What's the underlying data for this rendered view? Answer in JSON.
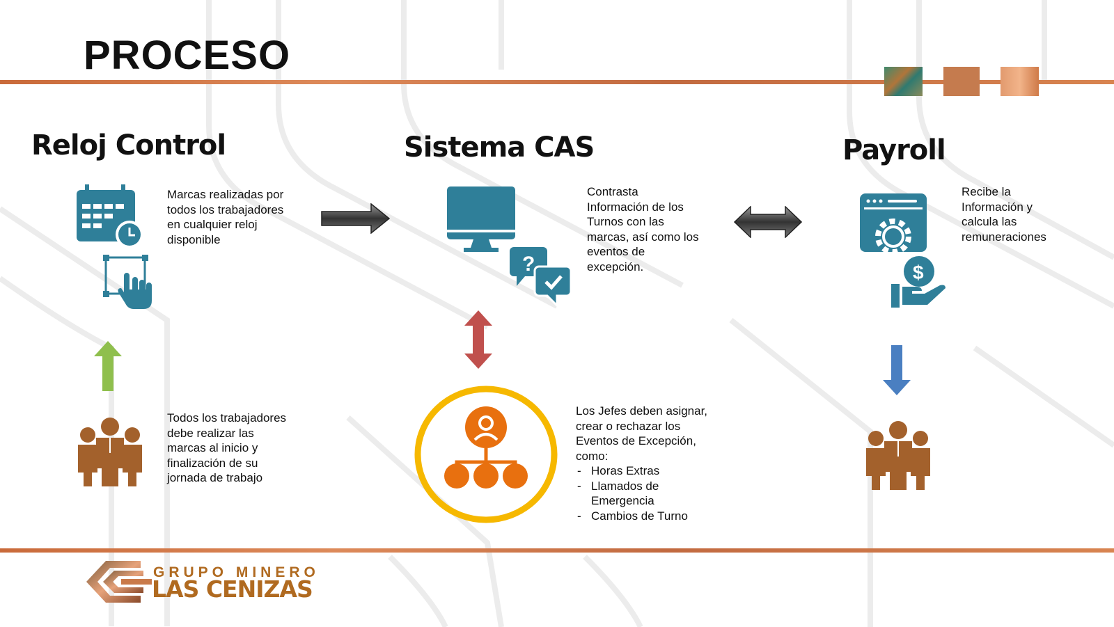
{
  "title": "PROCESO",
  "sections": {
    "reloj": {
      "title": "Reloj Control",
      "desc": "Marcas realizadas por todos los trabajadores en cualquier reloj disponible",
      "workers": "Todos los trabajadores debe realizar las marcas al inicio y finalización de su jornada de trabajo"
    },
    "cas": {
      "title": "Sistema CAS",
      "desc": "Contrasta Información de los Turnos con las marcas, así como los eventos de excepción.",
      "jefes": "Los Jefes deben asignar, crear o rechazar los Eventos de Excepción, como:",
      "items": [
        "Horas Extras",
        "Llamados de Emergencia",
        "Cambios de Turno"
      ]
    },
    "payroll": {
      "title": "Payroll",
      "desc": "Recibe la Información y calcula las remuneraciones"
    }
  },
  "logo": {
    "line1": "GRUPO MINERO",
    "line2": "LAS CENIZAS"
  },
  "colors": {
    "teal": "#2f7f99",
    "brown": "#a3612c",
    "orange": "#e8700f",
    "yellow": "#f6b800",
    "green": "#8fbf4d",
    "red": "#c0504d",
    "blue": "#4a7fc1",
    "band": "#cf7442"
  }
}
